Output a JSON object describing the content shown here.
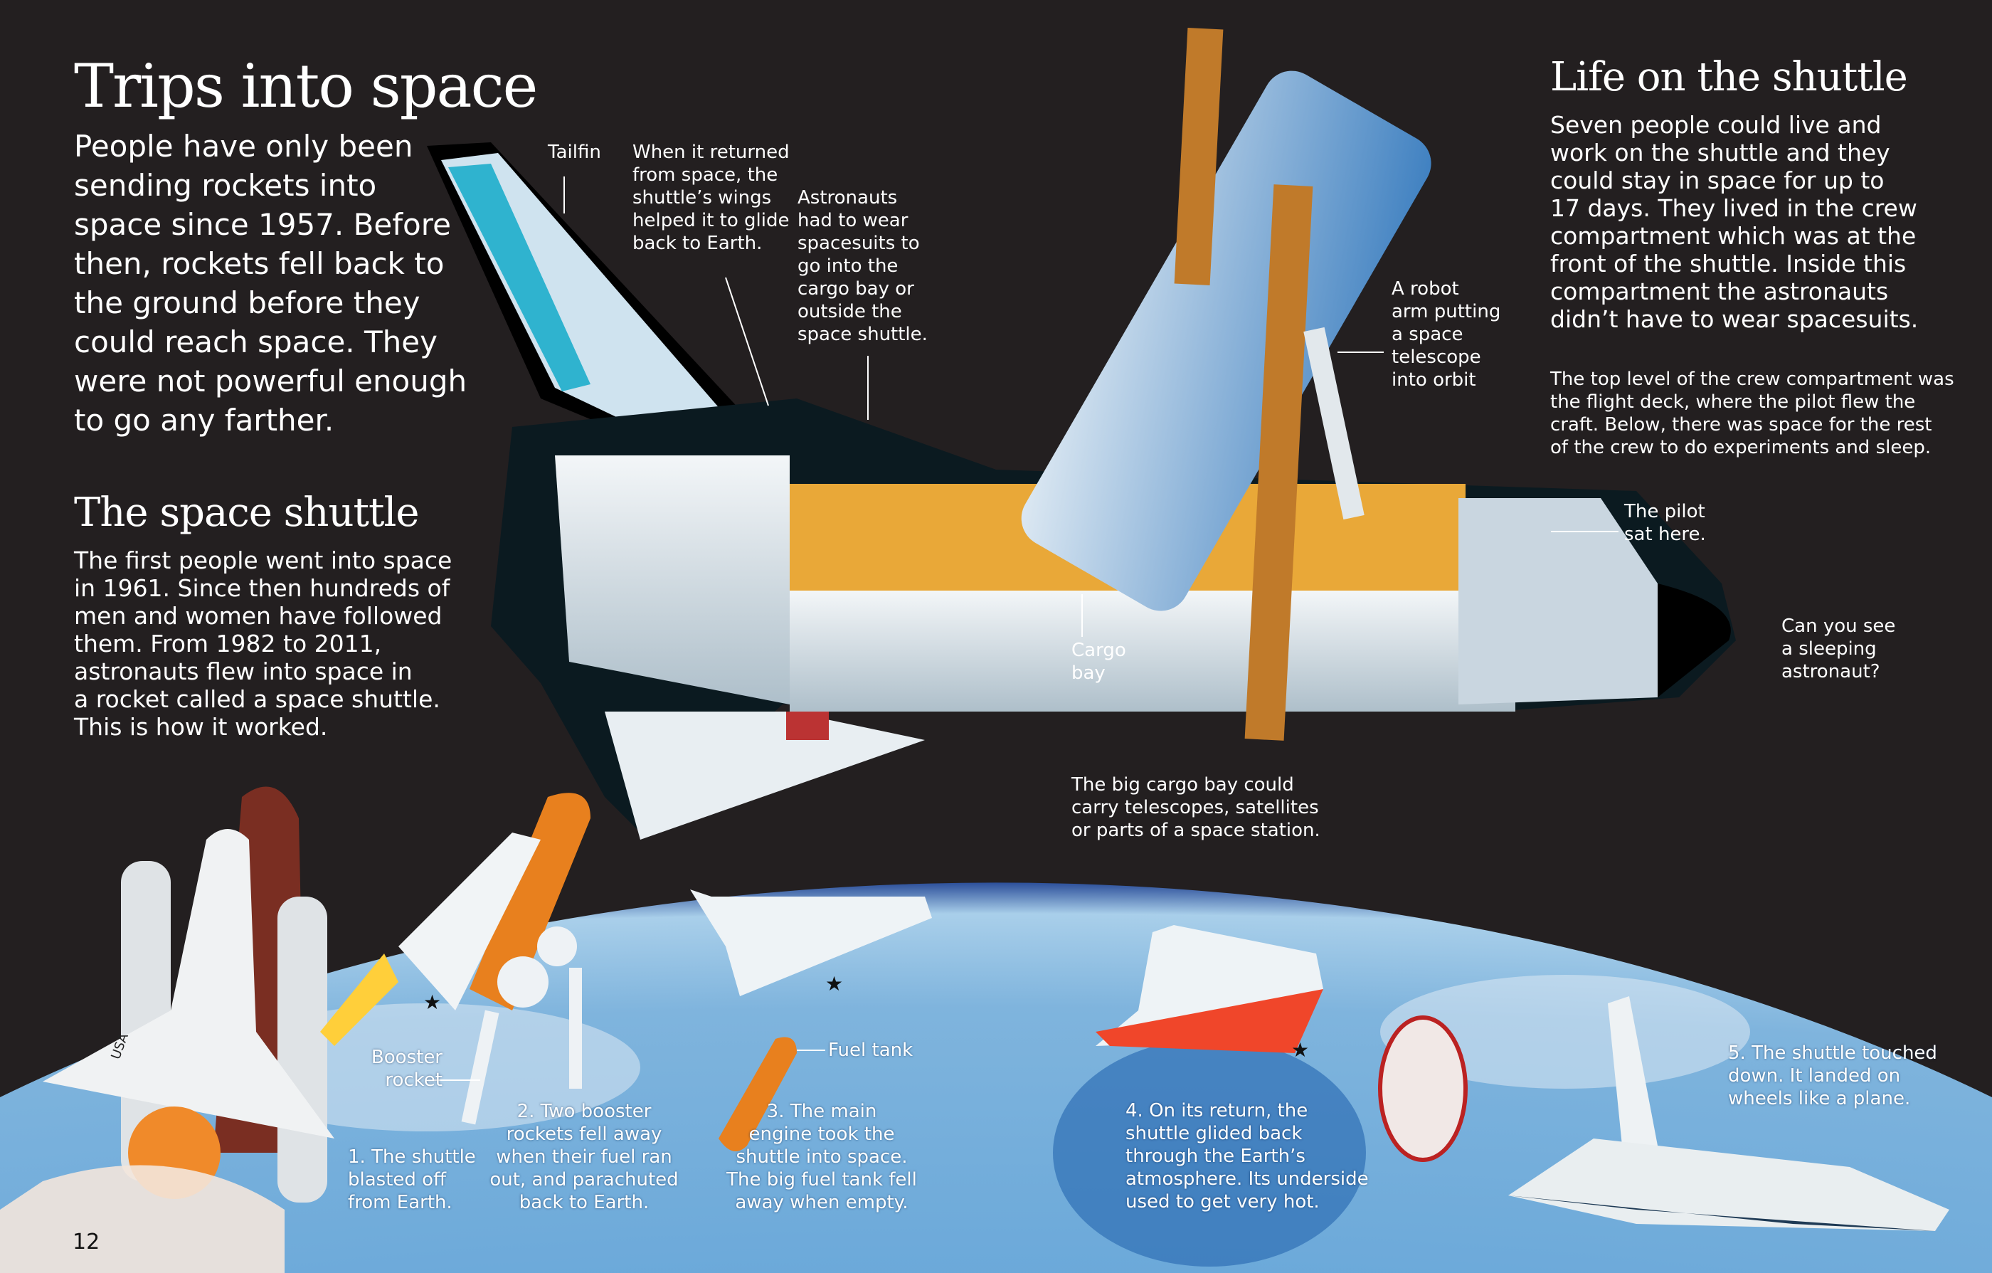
{
  "left": {
    "title": "Trips into space",
    "intro": "People have only been\nsending rockets into\nspace since 1957. Before\nthen, rockets fell back to\nthe ground before they\ncould reach space. They\nwere not powerful enough\nto go any farther.",
    "subtitle": "The space shuttle",
    "body": "The first people went into space\nin 1961. Since then hundreds of\nmen and women have followed\nthem. From 1982 to 2011,\nastronauts flew into space in\na rocket called a space shuttle.\nThis is how it worked."
  },
  "right": {
    "title": "Life on the shuttle",
    "body": "Seven people could live and\nwork on the shuttle and they\ncould stay in space for up to\n17 days. They lived in the crew\ncompartment which was at the\nfront of the shuttle. Inside this\ncompartment the astronauts\ndidn’t have to wear spacesuits.",
    "body2": "The top level of the crew compartment was\nthe flight deck, where the pilot flew the\ncraft. Below, there was space for the rest\nof the crew to do experiments and sleep."
  },
  "labels": {
    "tailfin": "Tailfin",
    "wings": "When it returned\nfrom space, the\nshuttle’s wings\nhelped it to glide\nback to Earth.",
    "astronauts": "Astronauts\nhad to wear\nspacesuits to\ngo into the\ncargo bay or\noutside the\nspace shuttle.",
    "robot_arm": "A robot\narm putting\na space\ntelescope\ninto orbit",
    "pilot": "The pilot\nsat here.",
    "sleeping": "Can you see\na sleeping\nastronaut?",
    "cargo_bay": "Cargo\nbay",
    "cargo_bay_note": "The big cargo bay could\ncarry telescopes, satellites\nor parts of a space station.",
    "booster": "Booster\nrocket",
    "fuel_tank": "Fuel tank",
    "usa": "USA"
  },
  "steps": [
    "1. The shuttle\nblasted off\nfrom Earth.",
    "2. Two booster\nrockets fell away\nwhen their fuel ran\nout, and parachuted\nback to Earth.",
    "3. The main\nengine took the\nshuttle into space.\nThe big fuel tank fell\naway when empty.",
    "4. On its return, the\nshuttle glided back\nthrough the Earth’s\natmosphere. Its underside\nused to get very hot.",
    "5. The shuttle touched\ndown. It landed on\nwheels like a plane."
  ],
  "page_number": "12",
  "colors": {
    "background": "#231f20",
    "earth": "#3f86c4",
    "tank": "#e8801e",
    "panel": "#c07a2a"
  }
}
